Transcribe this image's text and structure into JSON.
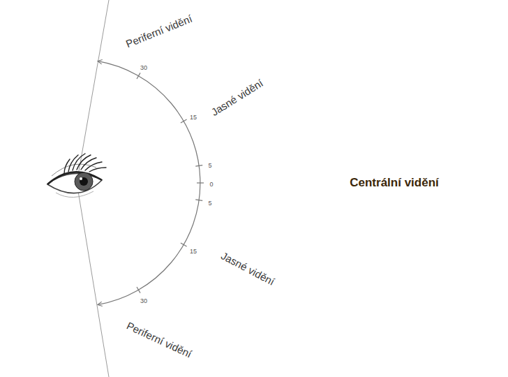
{
  "diagram": {
    "nodes": [
      {
        "text": [
          "Jasné vidění",
          "Jasné vidění"
        ]
      },
      {
        "text": [
          "Centrální vidění"
        ],
        "in": 0
      }
    ],
    "labels": [
      "Periferní vidění",
      "Periferní vidění",
      "30",
      "15",
      "5",
      "0",
      "5",
      "15",
      "30"
    ]
  }
}
